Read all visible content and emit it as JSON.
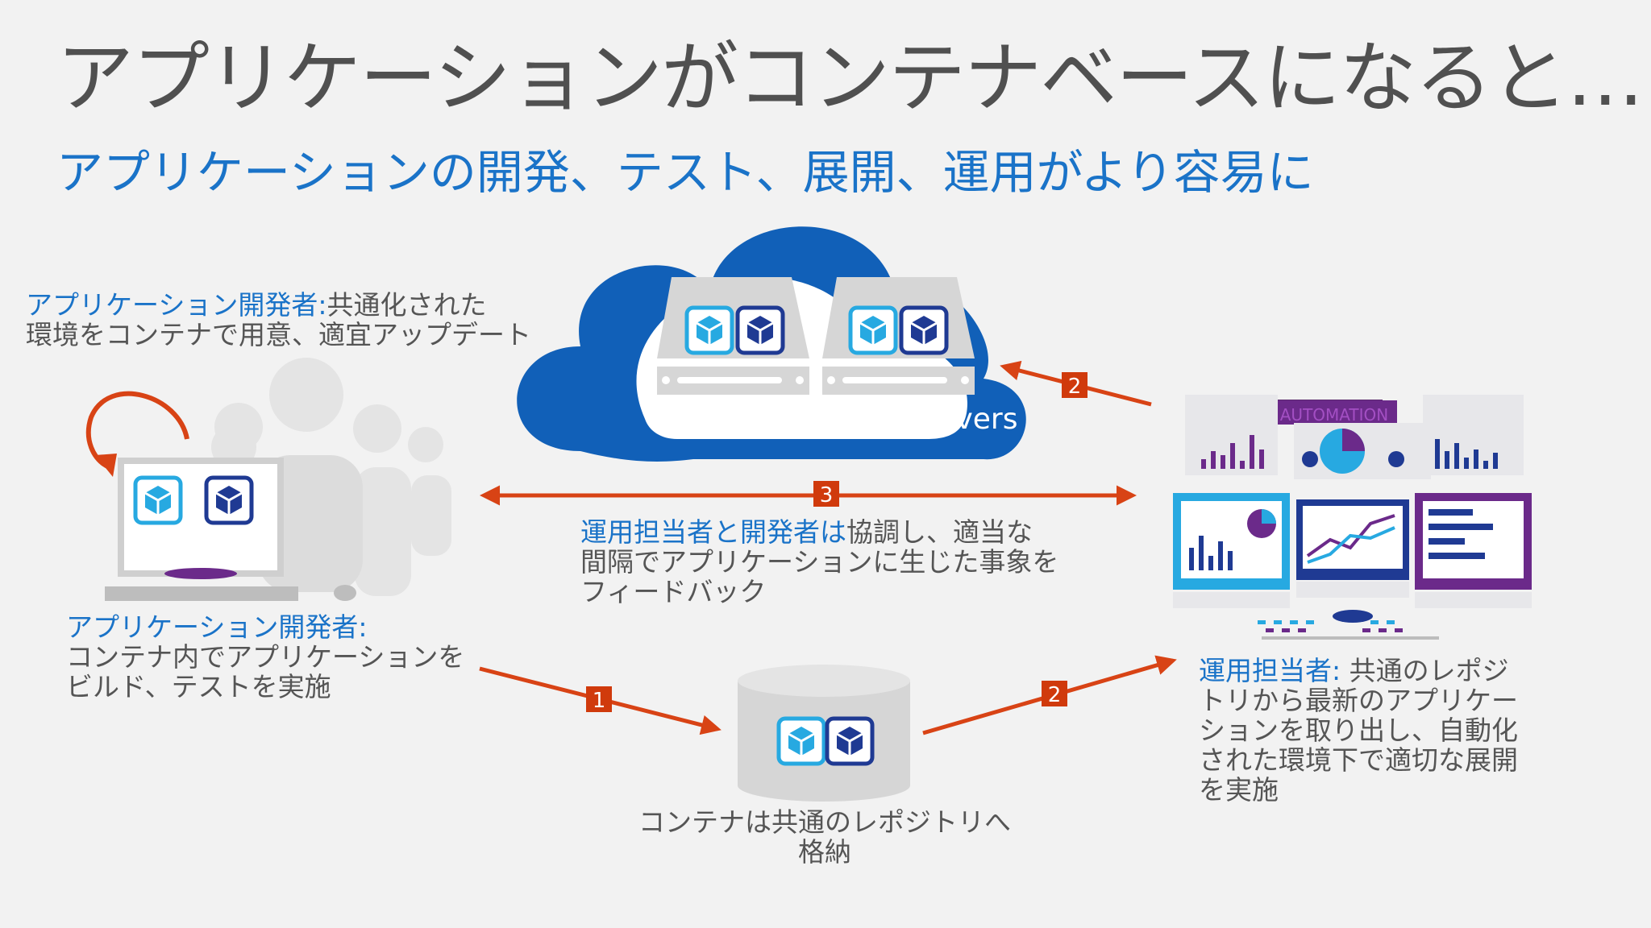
{
  "title": "アプリケーションがコンテナベースになると…",
  "subtitle": "アプリケーションの開発、テスト、展開、運用がより容易に",
  "cloud": {
    "label": "Physical/Virtual Servers"
  },
  "dev_env": {
    "role": "アプリケーション開発者:",
    "line1_rest": "共通化された",
    "line2": "環境をコンテナで用意、適宜アップデート"
  },
  "dev_build": {
    "role": "アプリケーション開発者:",
    "line1": "コンテナ内でアプリケーションを",
    "line2": "ビルド、テストを実施"
  },
  "feedback": {
    "role": "運用担当者と開発者は",
    "line1_rest": "協調し、適当な",
    "line2": "間隔でアプリケーションに生じた事象を",
    "line3": "フィードバック"
  },
  "repository": {
    "line1": "コンテナは共通のレポジトリへ",
    "line2": "格納"
  },
  "ops": {
    "role": "運用担当者:",
    "line1_rest": " 共通のレポジ",
    "line2": "トリから最新のアプリケー",
    "line3": "ションを取り出し、自動化",
    "line4": "された環境下で適切な展開",
    "line5": "を実施"
  },
  "monitor_sign": "AUTOMATION",
  "steps": {
    "push": "1",
    "pull": "2",
    "deploy": "2",
    "feedback": "3"
  },
  "colors": {
    "title": "#505050",
    "accent_blue": "#1a73c8",
    "arrow": "#d84315",
    "badge": "#d03a0c",
    "cloud": "#1160b8",
    "container_light": "#27a9e1",
    "container_dark": "#1f3a93",
    "purple": "#6b2a8a"
  },
  "icons": [
    "cloud-icon",
    "server-icon",
    "container-icon",
    "monitor-icon",
    "people-icon",
    "database-icon",
    "cycle-arrow-icon",
    "dashboard-icon"
  ]
}
